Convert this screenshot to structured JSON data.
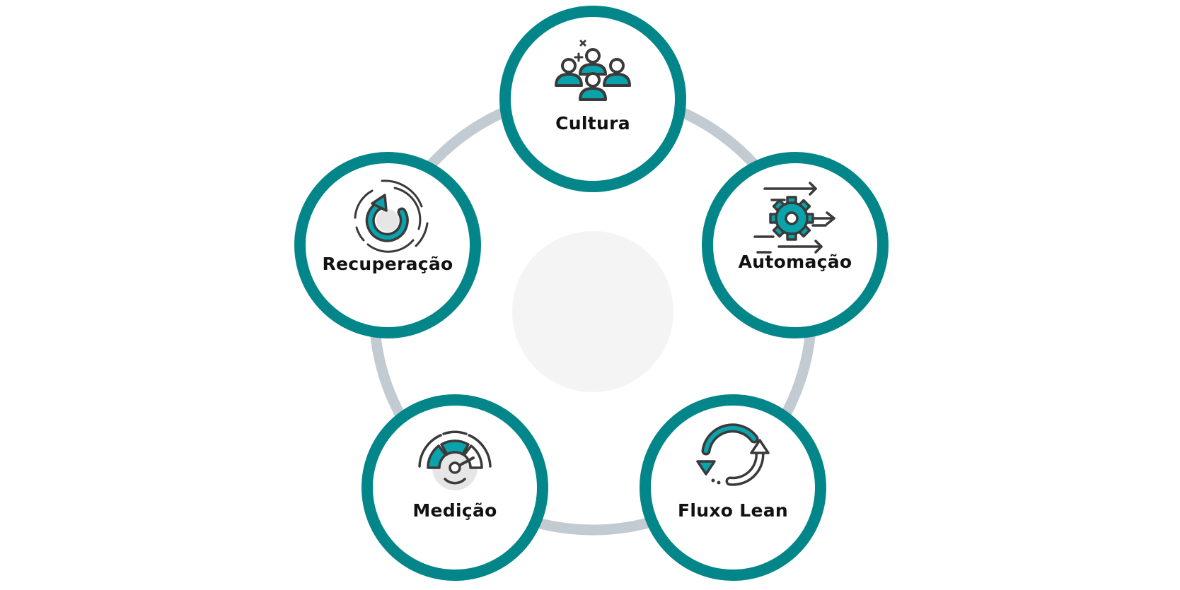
{
  "colors": {
    "ring": "#c3cbd2",
    "node_border": "#03868a",
    "icon_fill": "#0aa3ab",
    "icon_stroke": "#3a3a3a",
    "center_disc": "#f4f4f4",
    "icon_soft_fill": "#e6e6e6"
  },
  "nodes": [
    {
      "id": "cultura",
      "label": "Cultura",
      "icon": "people-group-icon"
    },
    {
      "id": "automacao",
      "label": "Automação",
      "icon": "gear-arrows-icon"
    },
    {
      "id": "fluxo-lean",
      "label": "Fluxo Lean",
      "icon": "cycle-arrows-icon"
    },
    {
      "id": "medicao",
      "label": "Medição",
      "icon": "gauge-icon"
    },
    {
      "id": "recuperacao",
      "label": "Recuperação",
      "icon": "recovery-cycle-icon"
    }
  ]
}
